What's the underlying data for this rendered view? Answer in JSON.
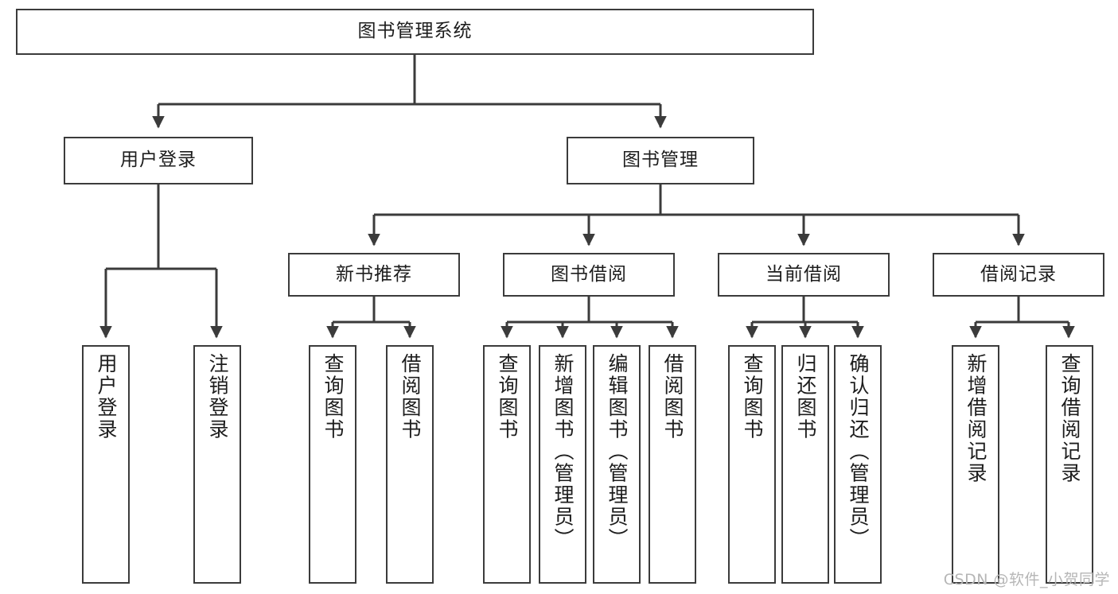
{
  "diagram": {
    "title": "图书管理系统",
    "watermark": "CSDN @软件_小贺同学",
    "colors": {
      "stroke": "#3b3b3b",
      "background": "#ffffff",
      "text": "#1d1d1d",
      "watermark": "#b6b6b6"
    },
    "root": {
      "label": "图书管理系统"
    },
    "level2": [
      {
        "label": "用户登录"
      },
      {
        "label": "图书管理"
      }
    ],
    "level3": [
      {
        "label": "新书推荐"
      },
      {
        "label": "图书借阅"
      },
      {
        "label": "当前借阅"
      },
      {
        "label": "借阅记录"
      }
    ],
    "leaves": {
      "user_login": [
        {
          "label": "用户登录"
        },
        {
          "label": "注销登录"
        }
      ],
      "new_book_recommend": [
        {
          "label": "查询图书"
        },
        {
          "label": "借阅图书"
        }
      ],
      "book_borrow": [
        {
          "label": "查询图书"
        },
        {
          "label": "新增图书（管理员）"
        },
        {
          "label": "编辑图书（管理员）"
        },
        {
          "label": "借阅图书"
        }
      ],
      "current_borrow": [
        {
          "label": "查询图书"
        },
        {
          "label": "归还图书"
        },
        {
          "label": "确认归还（管理员）"
        }
      ],
      "borrow_record": [
        {
          "label": "新增借阅记录"
        },
        {
          "label": "查询借阅记录"
        }
      ]
    }
  }
}
